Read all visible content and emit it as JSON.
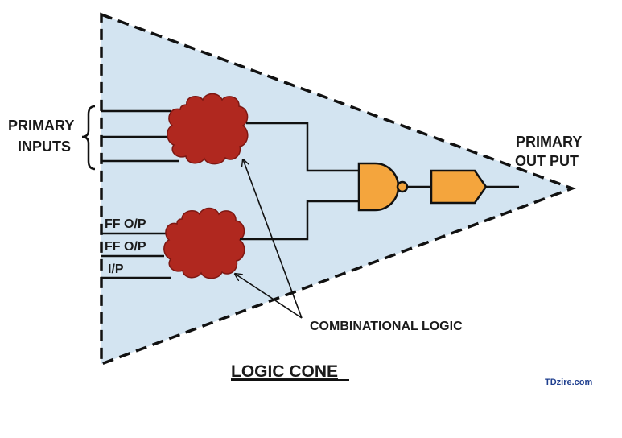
{
  "diagram": {
    "title": "LOGIC CONE",
    "labels": {
      "primary_inputs_line1": "PRIMARY",
      "primary_inputs_line2": "INPUTS",
      "primary_output_line1": "PRIMARY",
      "primary_output_line2": "OUT PUT",
      "ff_op_1": "FF O/P",
      "ff_op_2": "FF O/P",
      "ip": "I/P",
      "combinational_logic": "COMBINATIONAL LOGIC"
    },
    "credit": "TDzire.com",
    "colors": {
      "cone_fill": "#d3e4f1",
      "cloud_fill": "#b0281f",
      "gate_fill": "#f4a53d",
      "wire": "#111111"
    }
  }
}
